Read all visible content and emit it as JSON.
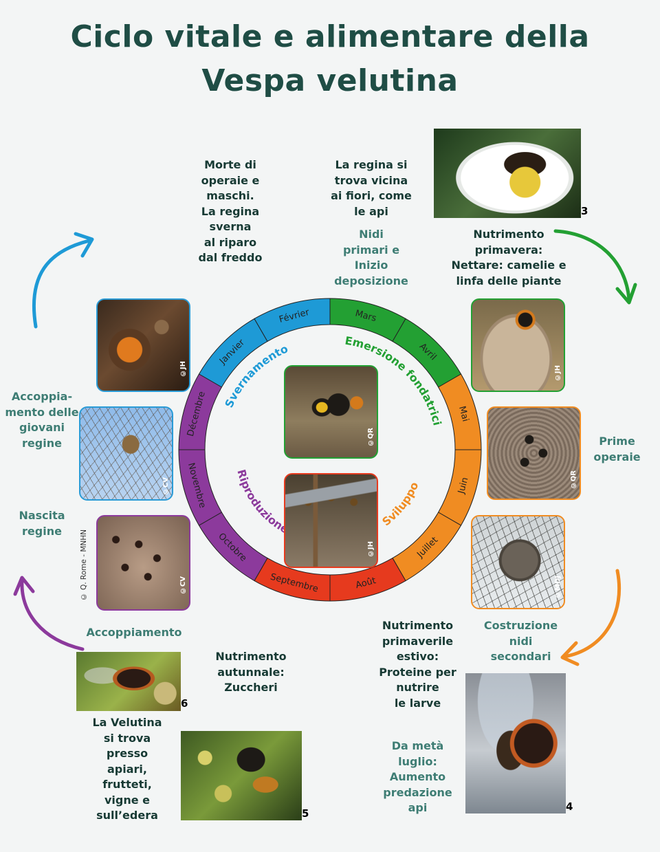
{
  "title": {
    "line1": "Ciclo vitale e alimentare della",
    "line2": "Vespa velutina"
  },
  "months": [
    "Janvier",
    "Février",
    "Mars",
    "Avril",
    "Mai",
    "Juin",
    "Juillet",
    "Août",
    "Septembre",
    "Octobre",
    "Novembre",
    "Décembre"
  ],
  "phases": {
    "svernamento": "Svernamento",
    "emersione": "Emersione fondatrici",
    "sviluppo": "Sviluppo",
    "riproduzione": "Riproduzione"
  },
  "colors": {
    "blue": "#1e9ad6",
    "green": "#23a033",
    "orange": "#f08c22",
    "red": "#e63a1e",
    "purple": "#8c3a9c",
    "title": "#1f4d45"
  },
  "notes": {
    "morte": [
      "Morte di",
      "operaie e",
      "maschi.",
      "La regina",
      "sverna",
      "al riparo",
      "dal freddo"
    ],
    "regina_fiori": [
      "La regina si",
      "trova vicina",
      "ai fiori, come",
      "le api"
    ],
    "nidi_primari": [
      "Nidi",
      "primari e",
      "Inizio",
      "deposizione"
    ],
    "nutrimento_primavera": [
      "Nutrimento",
      "primavera:",
      "Nettare: camelie e",
      "linfa delle piante"
    ],
    "prime_operaie": [
      "Prime",
      "operaie"
    ],
    "accoppiamento_giovani": [
      "Accoppia-",
      "mento delle",
      "giovani",
      "regine"
    ],
    "nascita": [
      "Nascita",
      "regine"
    ],
    "accoppiamento": [
      "Accoppiamento"
    ],
    "nutrimento_autunnale": [
      "Nutrimento",
      "autunnale:",
      "Zuccheri"
    ],
    "nutrimento_estivo": [
      "Nutrimento",
      "primaverile",
      "estivo:",
      "Proteine per",
      "nutrire",
      "le larve"
    ],
    "costruzione": [
      "Costruzione",
      "nidi",
      "secondari"
    ],
    "velutina_trova": [
      "La Velutina",
      "si trova",
      "presso",
      "apiari,",
      "frutteti,",
      "vigne e",
      "sull’edera"
    ],
    "meta_luglio": [
      "Da metà",
      "luglio:",
      "Aumento",
      "predazione",
      "api"
    ]
  },
  "credits": {
    "jh1": "©JH",
    "cv1": "©CV",
    "cv2": "©CV",
    "qr_center": "©QR",
    "jh_center": "©JH",
    "jh_right": "©JH",
    "qr_right": "©QR",
    "mdj": "©MDJ",
    "rome": "© Q. Rome - MNHN"
  },
  "numbers": {
    "n3": "3",
    "n4": "4",
    "n5": "5",
    "n6": "6"
  }
}
